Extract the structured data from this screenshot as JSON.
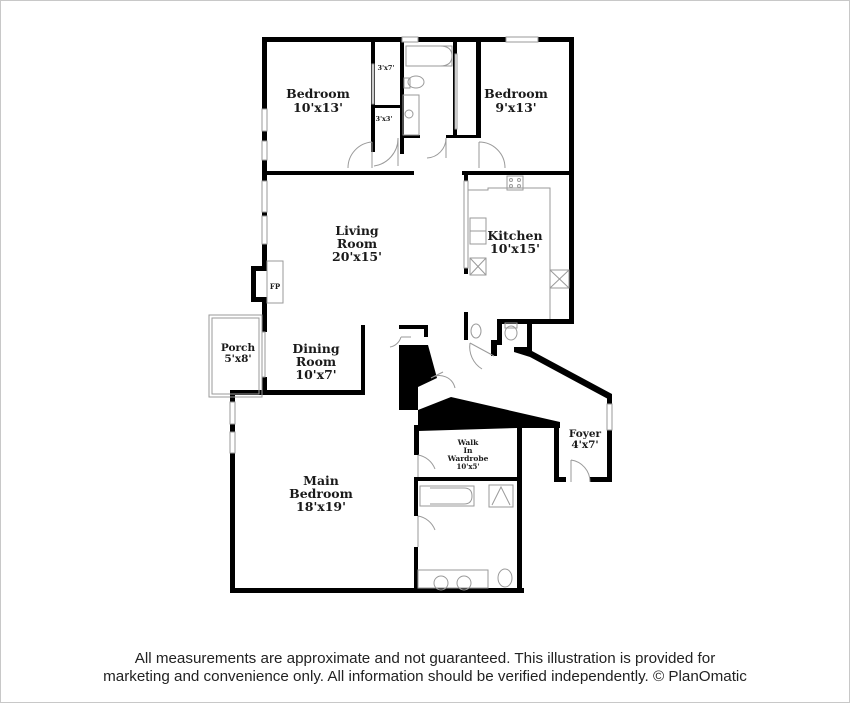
{
  "floorplan": {
    "rooms": [
      {
        "id": "bedroom-1",
        "name": "Bedroom",
        "size": "10'x13'"
      },
      {
        "id": "bedroom-2",
        "name": "Bedroom",
        "size": "9'x13'"
      },
      {
        "id": "closet-1",
        "name": "",
        "size": "3'x7'"
      },
      {
        "id": "closet-2",
        "name": "",
        "size": "3'x3'"
      },
      {
        "id": "living-room",
        "name": "Living",
        "name2": "Room",
        "size": "20'x15'"
      },
      {
        "id": "kitchen",
        "name": "Kitchen",
        "size": "10'x15'"
      },
      {
        "id": "fireplace",
        "name": "FP"
      },
      {
        "id": "porch",
        "name": "Porch",
        "size": "5'x8'"
      },
      {
        "id": "dining-room",
        "name": "Dining",
        "name2": "Room",
        "size": "10'x7'"
      },
      {
        "id": "main-bedroom",
        "name": "Main",
        "name2": "Bedroom",
        "size": "18'x19'"
      },
      {
        "id": "walk-in-wardrobe",
        "name": "Walk",
        "name2": "In",
        "name3": "Wardrobe",
        "size": "10'x5'"
      },
      {
        "id": "foyer",
        "name": "Foyer",
        "size": "4'x7'"
      }
    ]
  },
  "footer": {
    "line1": "All measurements are approximate and not guaranteed. This illustration is provided for",
    "line2": "marketing and convenience only. All information should be verified independently. © PlanOmatic"
  },
  "colors": {
    "wall": "#000000",
    "fixture": "#9a9a9a",
    "border": "#c8c8c8"
  }
}
